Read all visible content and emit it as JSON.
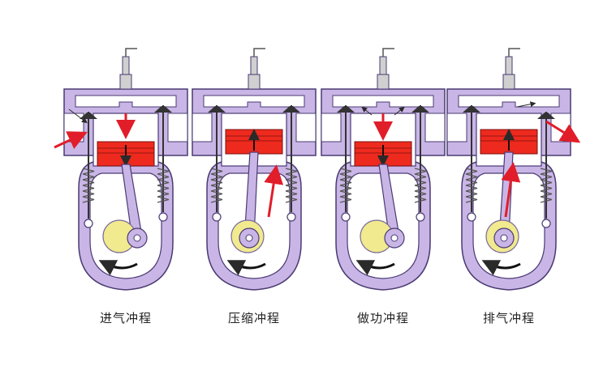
{
  "colors": {
    "casing": "#c9b6e6",
    "casing_outline": "#4a3a73",
    "inner": "#ffffff",
    "head_fill": "#d9cdf0",
    "piston": "#ee2a1e",
    "arrow": "#e11d2a",
    "crank": "#f1ea8e",
    "crank_outline": "#7a6a9a",
    "rod": "#c9b6e6",
    "spark_plug": "#d0d0d0",
    "flow": "#2a2a2a"
  },
  "icons": {
    "spark_plug": "spark-plug-icon",
    "piston_arrow": "arrow-icon",
    "rotation": "rotation-arrow-icon"
  },
  "strokes": [
    {
      "label": "进气冲程",
      "piston": "down",
      "intake": "open",
      "exhaust": "closed",
      "combustion": false
    },
    {
      "label": "压缩冲程",
      "piston": "up",
      "intake": "closed",
      "exhaust": "closed",
      "combustion": false
    },
    {
      "label": "做功冲程",
      "piston": "down",
      "intake": "closed",
      "exhaust": "closed",
      "combustion": true
    },
    {
      "label": "排气冲程",
      "piston": "up",
      "intake": "closed",
      "exhaust": "open",
      "combustion": false
    }
  ]
}
